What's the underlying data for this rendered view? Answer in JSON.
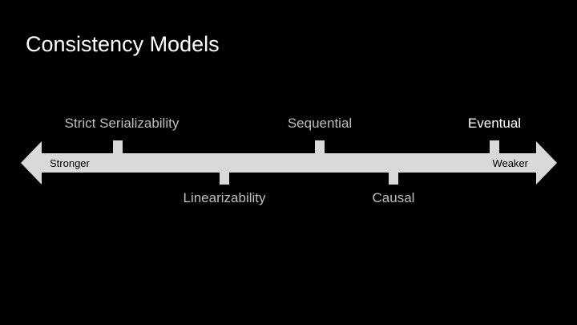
{
  "slide": {
    "title": "Consistency Models"
  },
  "spectrum": {
    "left_label": "Stronger",
    "right_label": "Weaker",
    "colors": {
      "arrow": "#d9d9d9",
      "label_default": "#bfbfbf",
      "label_emphasis": "#ffffff",
      "background": "#000000"
    },
    "models": [
      {
        "label": "Strict Serializability",
        "side": "above",
        "emphasis": false
      },
      {
        "label": "Linearizability",
        "side": "below",
        "emphasis": false
      },
      {
        "label": "Sequential",
        "side": "above",
        "emphasis": false
      },
      {
        "label": "Causal",
        "side": "below",
        "emphasis": false
      },
      {
        "label": "Eventual",
        "side": "above",
        "emphasis": true
      }
    ]
  }
}
